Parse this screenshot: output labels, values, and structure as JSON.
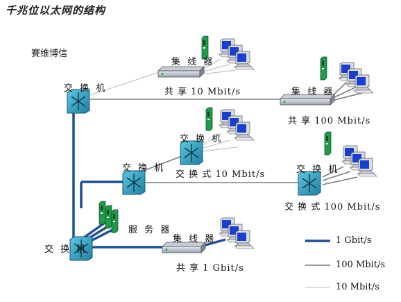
{
  "title": "千兆位以太网的结构",
  "brand": "賽维博信",
  "labels": {
    "switch_top_left": "交 换 机",
    "hub_top": "集 线 器",
    "shared_10": "共 享 10 Mbit/s",
    "hub_right": "集 线 器",
    "shared_100": "共 享 100 Mbit/s",
    "switch_mid_right": "交 换 机",
    "switched_10": "交 换 式 10 Mbit/s",
    "switch_mid_left": "交 换 机",
    "switch_far_right": "交 换 机",
    "switched_100": "交 换 式 100 Mbit/s",
    "server": "服 务 器",
    "hub_bottom": "集 线 器",
    "shared_1g": "共 享 1 Gbit/s",
    "switch_bottom": "交 换 机"
  },
  "legend": {
    "gbit": "1 Gbit/s",
    "mbit100": "100 Mbit/s",
    "mbit10": "10 Mbit/s"
  },
  "colors": {
    "gbit_line": "#1f4e9a",
    "line_100": "#888888",
    "line_10": "#bbbbbb",
    "switch_fill": "#2a9fbf",
    "monitor_blue": "#1a3fd0",
    "server_green": "#1f9a4a"
  }
}
